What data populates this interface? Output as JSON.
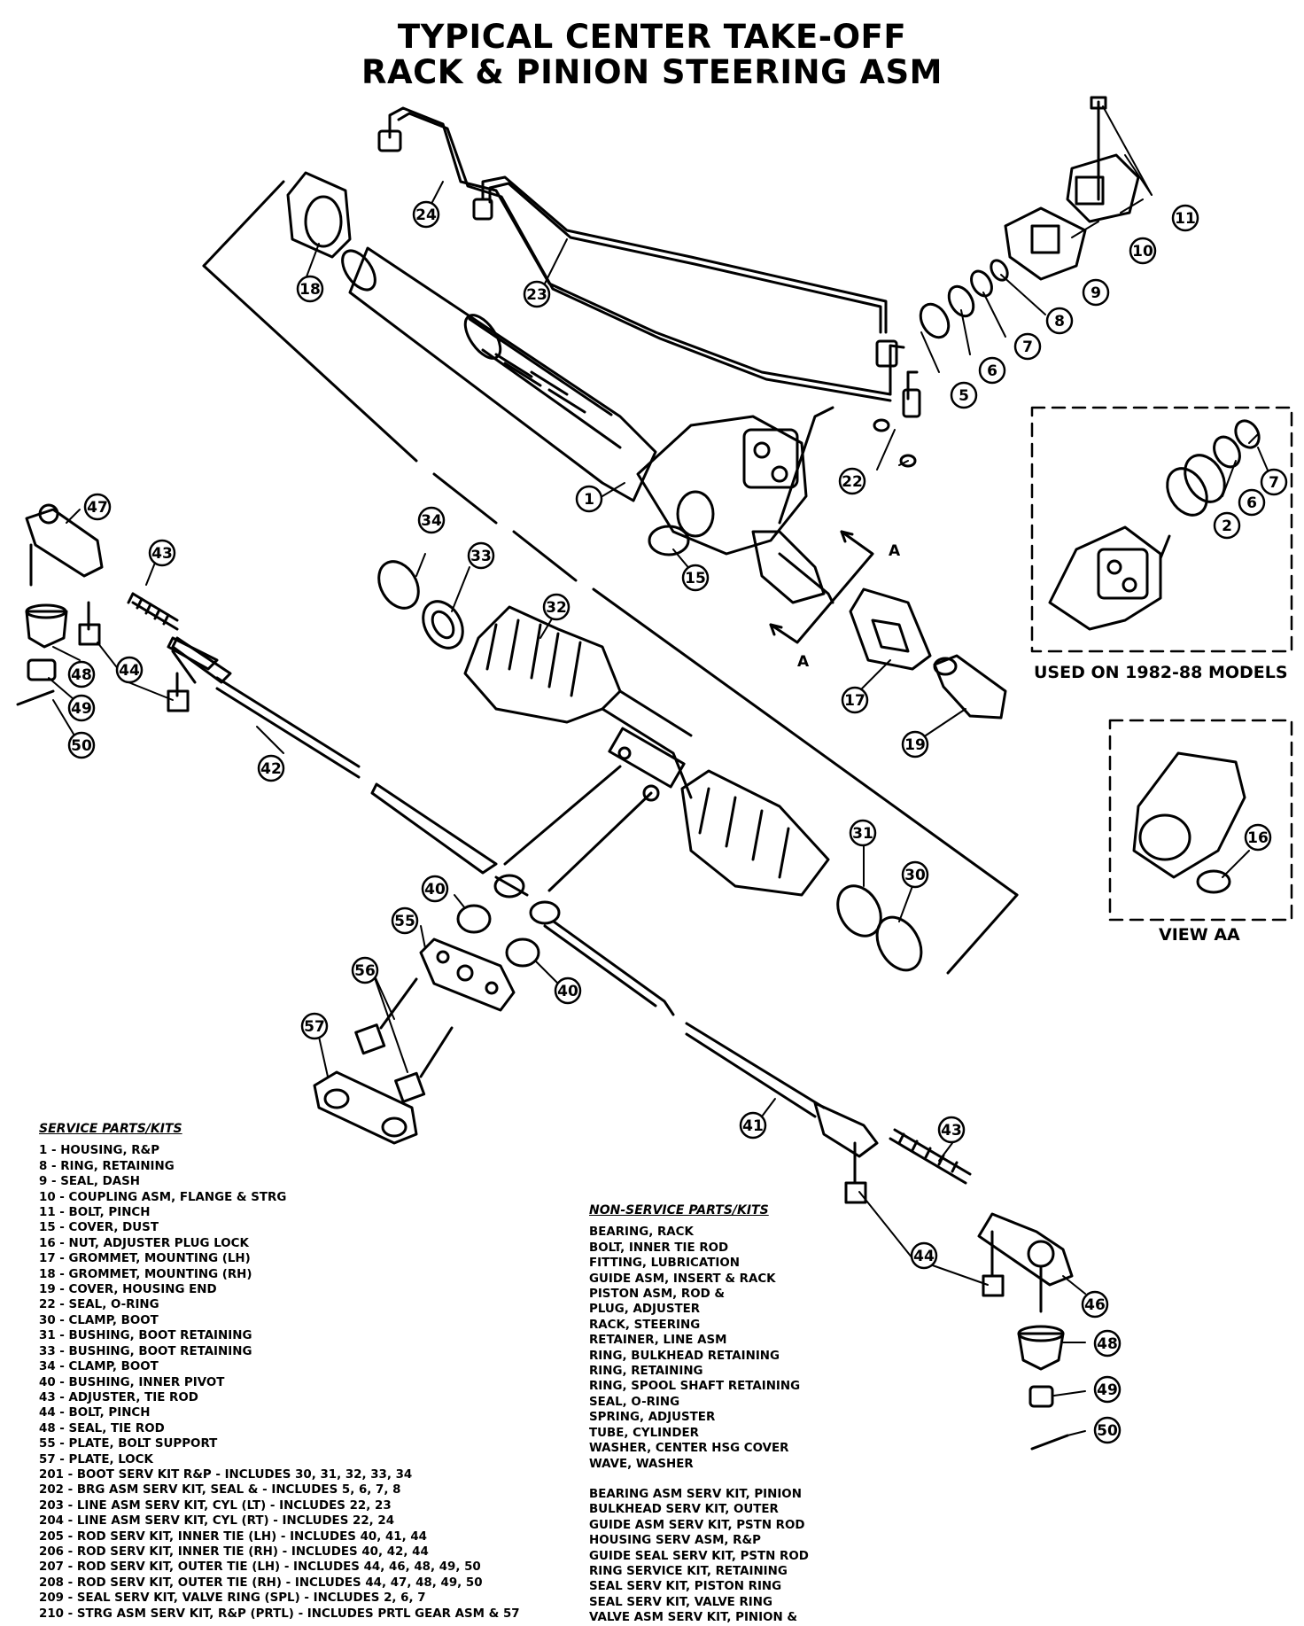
{
  "title_lines": [
    "TYPICAL CENTER TAKE-OFF",
    "RACK & PINION STEERING ASM"
  ],
  "captions": {
    "used_on": "USED ON 1982-88 MODELS",
    "view_aa": "VIEW AA",
    "section_a": "A"
  },
  "callouts": [
    "1",
    "2",
    "5",
    "6",
    "7",
    "8",
    "9",
    "10",
    "11",
    "15",
    "16",
    "17",
    "18",
    "19",
    "22",
    "23",
    "24",
    "30",
    "31",
    "32",
    "33",
    "34",
    "40",
    "41",
    "42",
    "43",
    "44",
    "46",
    "47",
    "48",
    "49",
    "50",
    "55",
    "56",
    "57"
  ],
  "service_parts": {
    "heading": "SERVICE PARTS/KITS",
    "items": [
      "1 - HOUSING, R&P",
      "8 - RING, RETAINING",
      "9 - SEAL, DASH",
      "10 - COUPLING ASM, FLANGE & STRG",
      "11 - BOLT, PINCH",
      "15 - COVER, DUST",
      "16 - NUT, ADJUSTER PLUG LOCK",
      "17 - GROMMET, MOUNTING (LH)",
      "18 - GROMMET, MOUNTING (RH)",
      "19 - COVER, HOUSING END",
      "22 - SEAL, O-RING",
      "30 - CLAMP, BOOT",
      "31 - BUSHING, BOOT RETAINING",
      "33 - BUSHING, BOOT RETAINING",
      "34 - CLAMP, BOOT",
      "40 - BUSHING, INNER PIVOT",
      "43 - ADJUSTER, TIE ROD",
      "44 - BOLT, PINCH",
      "48 - SEAL, TIE ROD",
      "55 - PLATE, BOLT SUPPORT",
      "57 - PLATE, LOCK",
      "201 - BOOT SERV KIT R&P - INCLUDES 30, 31, 32, 33, 34",
      "202 - BRG ASM SERV KIT, SEAL & - INCLUDES 5, 6, 7, 8",
      "203 - LINE ASM SERV KIT, CYL (LT) - INCLUDES 22, 23",
      "204 - LINE ASM SERV KIT, CYL (RT) - INCLUDES 22, 24",
      "205 - ROD SERV KIT, INNER TIE (LH) - INCLUDES 40, 41, 44",
      "206 - ROD SERV KIT, INNER TIE (RH) - INCLUDES 40, 42, 44",
      "207 - ROD SERV KIT, OUTER TIE (LH) - INCLUDES 44, 46, 48, 49, 50",
      "208 - ROD SERV KIT, OUTER TIE (RH) - INCLUDES 44, 47, 48, 49, 50",
      "209 - SEAL SERV KIT, VALVE RING (SPL) - INCLUDES 2, 6, 7",
      "210 - STRG ASM SERV KIT, R&P (PRTL) - INCLUDES PRTL GEAR ASM & 57"
    ]
  },
  "non_service_parts": {
    "heading": "NON-SERVICE PARTS/KITS",
    "items": [
      "BEARING, RACK",
      "BOLT, INNER TIE ROD",
      "FITTING, LUBRICATION",
      "GUIDE ASM, INSERT & RACK",
      "PISTON ASM, ROD &",
      "PLUG, ADJUSTER",
      "RACK, STEERING",
      "RETAINER, LINE ASM",
      "RING, BULKHEAD RETAINING",
      "RING, RETAINING",
      "RING, SPOOL SHAFT RETAINING",
      "SEAL, O-RING",
      "SPRING, ADJUSTER",
      "TUBE, CYLINDER",
      "WASHER, CENTER HSG COVER",
      "WAVE, WASHER"
    ],
    "items2": [
      "BEARING ASM SERV KIT, PINION",
      "BULKHEAD SERV KIT, OUTER",
      "GUIDE ASM SERV KIT, PSTN ROD",
      "HOUSING SERV ASM, R&P",
      "GUIDE SEAL SERV KIT, PSTN ROD",
      "RING SERVICE KIT, RETAINING",
      "SEAL SERV KIT, PISTON RING",
      "SEAL SERV KIT, VALVE RING",
      "VALVE ASM SERV KIT, PINION &"
    ]
  }
}
